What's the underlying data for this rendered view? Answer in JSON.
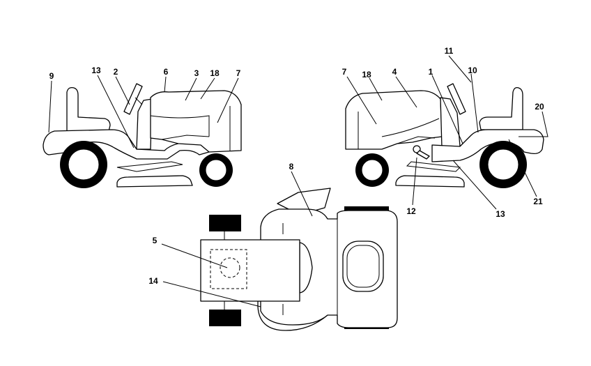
{
  "diagram": {
    "callouts": {
      "left_9": "9",
      "left_13": "13",
      "left_2": "2",
      "left_6": "6",
      "left_3": "3",
      "left_18": "18",
      "left_7": "7",
      "right_7": "7",
      "right_18": "18",
      "right_4": "4",
      "right_1": "1",
      "right_11": "11",
      "right_10": "10",
      "right_20": "20",
      "right_21": "21",
      "right_13": "13",
      "right_12": "12",
      "top_8": "8",
      "top_5": "5",
      "top_14": "14"
    }
  }
}
